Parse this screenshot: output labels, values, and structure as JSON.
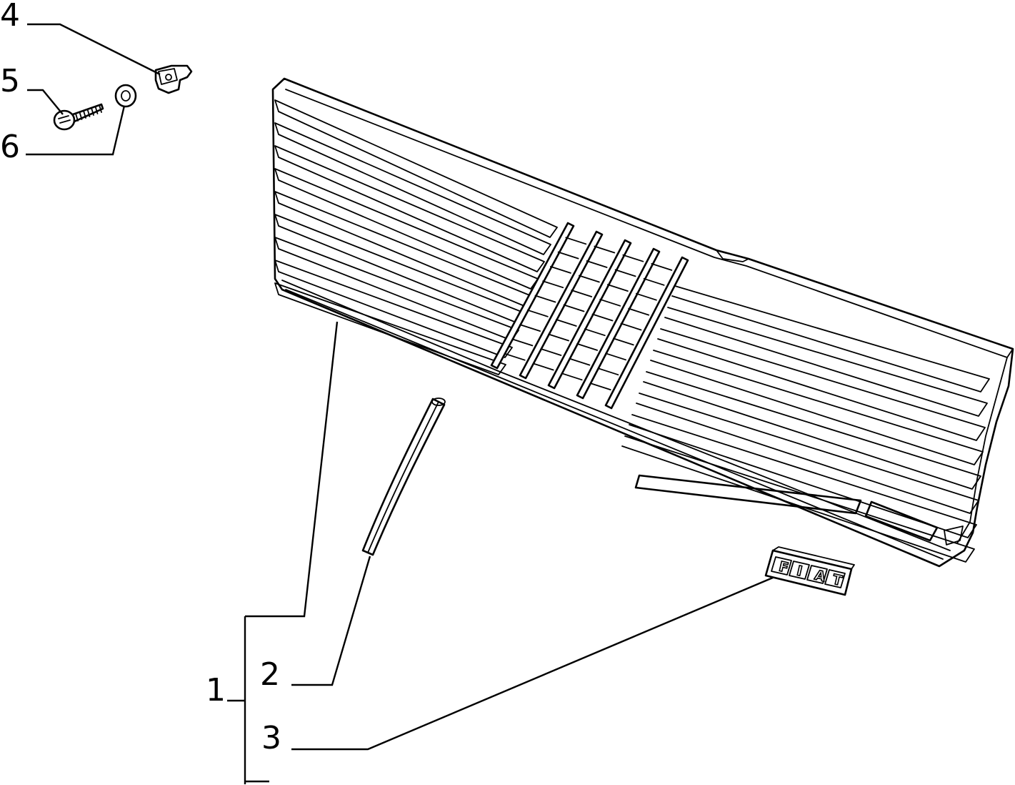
{
  "callouts": [
    {
      "id": "1",
      "label": "1"
    },
    {
      "id": "2",
      "label": "2"
    },
    {
      "id": "3",
      "label": "3"
    },
    {
      "id": "4",
      "label": "4"
    },
    {
      "id": "5",
      "label": "5"
    },
    {
      "id": "6",
      "label": "6"
    }
  ],
  "badge": {
    "letters": [
      "F",
      "I",
      "A",
      "T"
    ]
  },
  "colors": {
    "ink": "#000000",
    "paper": "#ffffff"
  }
}
